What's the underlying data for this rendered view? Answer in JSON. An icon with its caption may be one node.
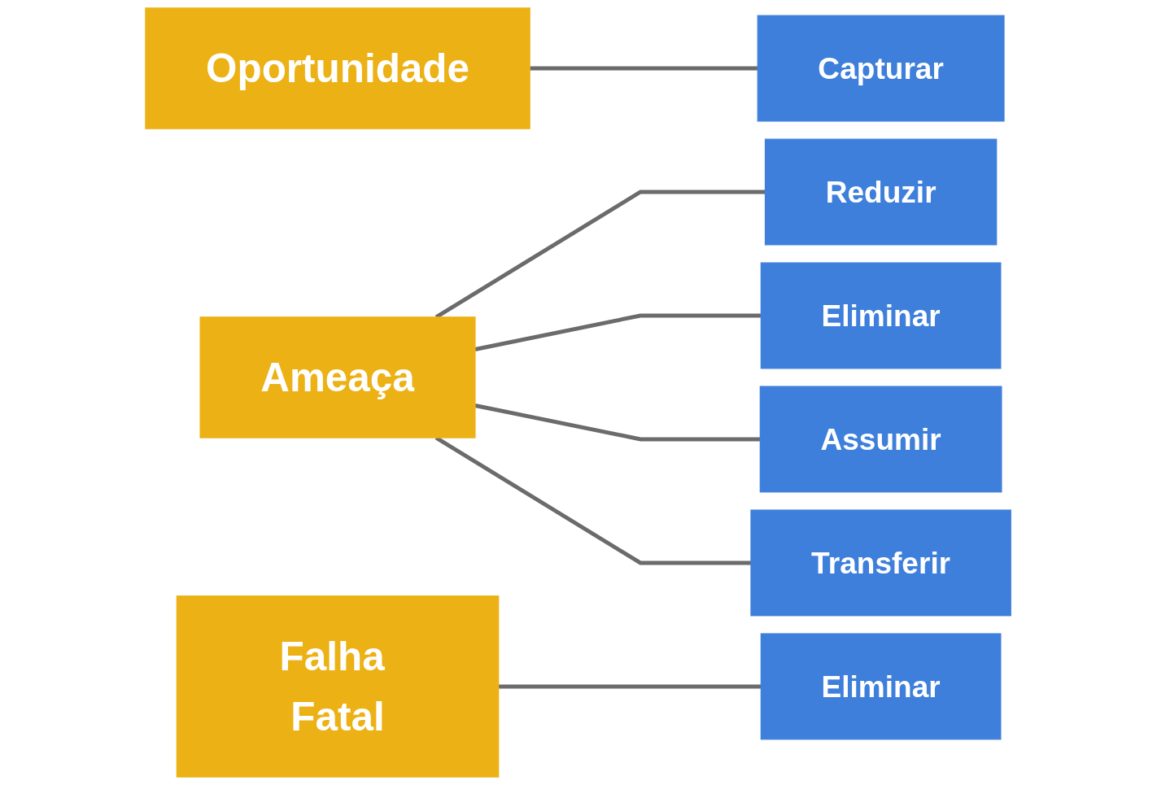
{
  "diagram": {
    "nodes": [
      {
        "text": [
          "Oportunidade"
        ]
      },
      {
        "text": [
          "Capturar"
        ]
      },
      {
        "text": [
          "Ameaça"
        ]
      },
      {
        "text": [
          "Reduzir"
        ]
      },
      {
        "text": [
          "Eliminar"
        ]
      },
      {
        "text": [
          "Assumir"
        ]
      },
      {
        "text": [
          "Transferir"
        ]
      },
      {
        "text": [
          "Falha Fatal"
        ]
      },
      {
        "text": [
          "Eliminar"
        ]
      }
    ],
    "edges": [
      {
        "from": 0,
        "to": 1,
        "arrow": "none"
      },
      {
        "from": 2,
        "to": 3,
        "arrow": "none"
      },
      {
        "from": 2,
        "to": 4,
        "arrow": "none"
      },
      {
        "from": 2,
        "to": 5,
        "arrow": "none"
      },
      {
        "from": 2,
        "to": 6,
        "arrow": "none"
      },
      {
        "from": 7,
        "to": 8,
        "arrow": "none"
      }
    ]
  }
}
